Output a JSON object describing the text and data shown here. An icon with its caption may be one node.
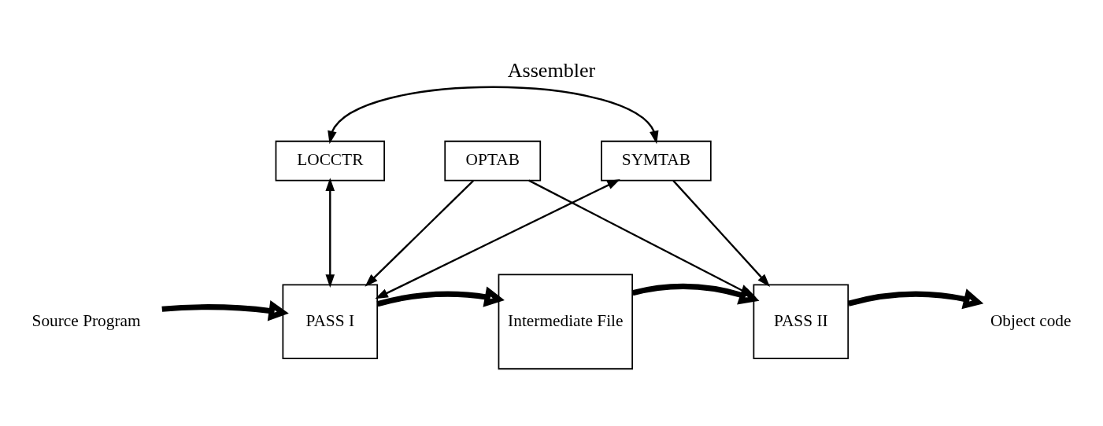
{
  "diagram": {
    "title": "Assembler",
    "nodes": [
      {
        "text": [
          "LOCCTR"
        ]
      },
      {
        "text": [
          "OPTAB"
        ]
      },
      {
        "text": [
          "SYMTAB"
        ]
      },
      {
        "text": [
          "PASS I"
        ]
      },
      {
        "text": [
          "Intermediate File"
        ]
      },
      {
        "text": [
          "PASS II"
        ]
      },
      {
        "text": [
          "Source Program"
        ]
      },
      {
        "text": [
          "Object code"
        ]
      }
    ],
    "edges": [
      {
        "from": 0,
        "to": 2,
        "arrow": "both"
      },
      {
        "from": 0,
        "to": 3,
        "arrow": "both"
      },
      {
        "from": 1,
        "to": 3,
        "arrow": "to"
      },
      {
        "from": 1,
        "to": 5,
        "arrow": "to"
      },
      {
        "from": 3,
        "to": 2,
        "arrow": "both"
      },
      {
        "from": 2,
        "to": 5,
        "arrow": "to"
      },
      {
        "from": 6,
        "to": 3,
        "arrow": "to",
        "style": "thick"
      },
      {
        "from": 3,
        "to": 4,
        "arrow": "to",
        "style": "thick"
      },
      {
        "from": 4,
        "to": 5,
        "arrow": "to",
        "style": "thick"
      },
      {
        "from": 5,
        "to": 7,
        "arrow": "to",
        "style": "thick"
      }
    ]
  }
}
